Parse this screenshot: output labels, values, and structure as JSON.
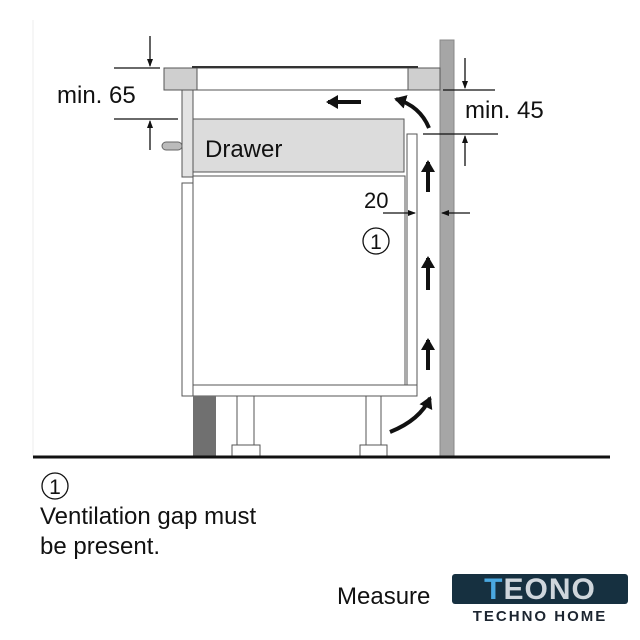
{
  "diagram": {
    "drawer_label": "Drawer",
    "dim_top_left": "min. 65",
    "dim_top_right": "min. 45",
    "dim_gap": "20",
    "marker": "1"
  },
  "note": {
    "marker": "1",
    "line1": "Ventilation gap must",
    "line2": "be present."
  },
  "footer": {
    "measure_label": "Measure",
    "logo_main_first": "T",
    "logo_main_rest": "EONO",
    "logo_sub": "TECHNO HOME"
  },
  "colors": {
    "panel": "#d9d9d9",
    "wall": "#a6a6a6",
    "plinth": "#707070"
  }
}
